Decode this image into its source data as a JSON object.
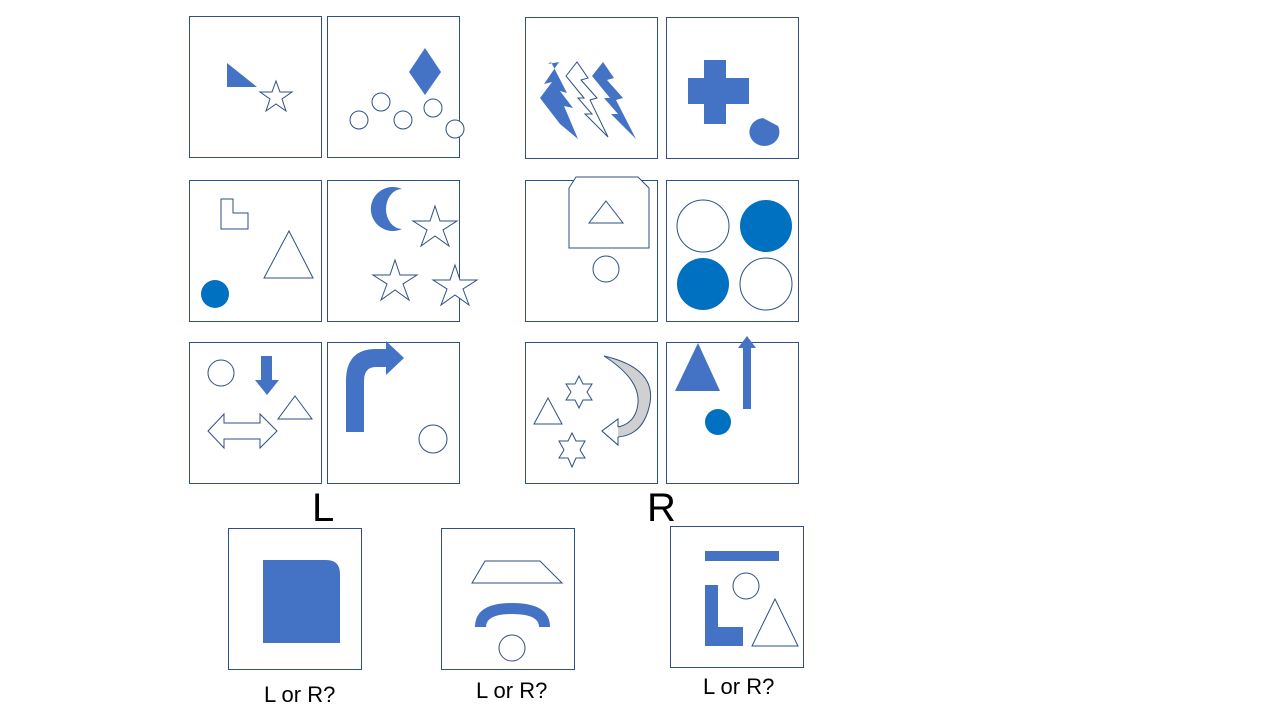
{
  "groups": {
    "left_label": "L",
    "right_label": "R"
  },
  "questions": [
    {
      "label": "L or R?"
    },
    {
      "label": "L or R?"
    },
    {
      "label": "L or R?"
    }
  ],
  "colors": {
    "fill_blue": "#4472c4",
    "fill_dark_blue": "#0070c0",
    "outline": "#2f4f86",
    "grey": "#d0d0d0",
    "white": "#ffffff"
  }
}
